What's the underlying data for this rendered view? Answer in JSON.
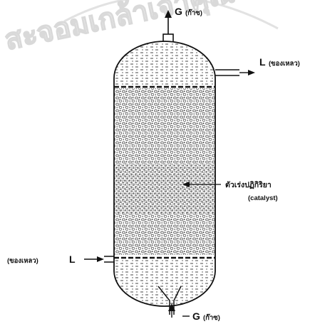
{
  "diagram": {
    "gas_top": {
      "symbol": "G",
      "name": "(ก๊าซ)"
    },
    "liquid_top": {
      "symbol": "L",
      "name": "(ของเหลว)"
    },
    "catalyst": {
      "name": "ตัวเร่งปฏิกิริยา",
      "english": "(catalyst)"
    },
    "liquid_bottom": {
      "symbol": "L",
      "name": "(ของเหลว)"
    },
    "gas_bottom": {
      "symbol": "G",
      "name": "(ก๊าซ)"
    }
  },
  "watermark": {
    "text": "สะจอมเกล้าเจ้าคุณ"
  },
  "colors": {
    "ink": "#111111",
    "packing": "#5a5a5a",
    "watermark": "#d9d9d9"
  }
}
